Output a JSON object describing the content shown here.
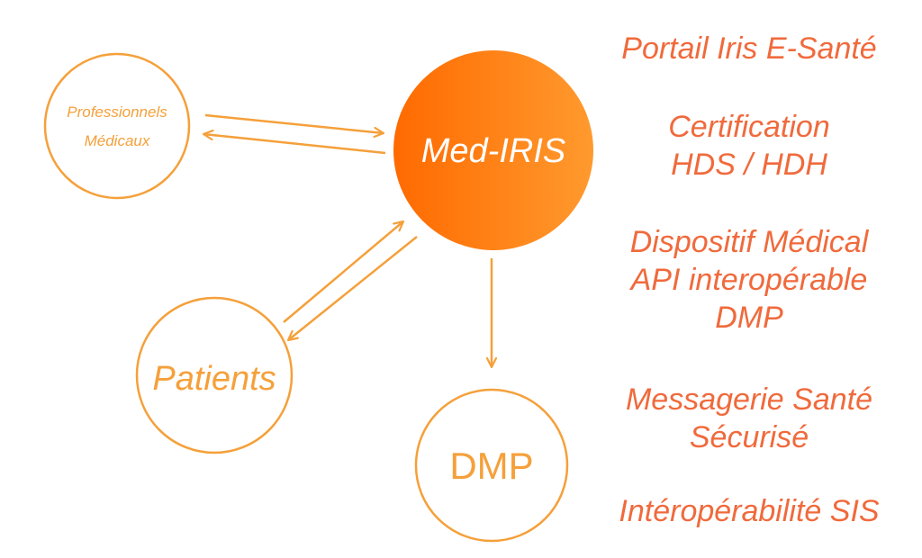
{
  "colors": {
    "accent": "#f5a03a",
    "center_fill_start": "#ff6a00",
    "center_fill_end": "#ff9a2e",
    "feature_text": "#f06a3c",
    "node_text": "#f5a03a",
    "center_text": "#ffffff"
  },
  "nodes": {
    "professionals": {
      "line1": "Professionnels",
      "line2": "Médicaux"
    },
    "center": {
      "label": "Med-IRIS"
    },
    "patients": {
      "label": "Patients"
    },
    "dmp": {
      "label": "DMP"
    }
  },
  "features": [
    {
      "lines": [
        "Portail Iris E-Santé"
      ]
    },
    {
      "lines": [
        "Certification",
        "HDS / HDH"
      ]
    },
    {
      "lines": [
        "Dispositif Médical",
        "API interopérable",
        "DMP"
      ]
    },
    {
      "lines": [
        "Messagerie Santé",
        "Sécurisé"
      ]
    },
    {
      "lines": [
        "Intéropérabilité SIS"
      ]
    }
  ]
}
